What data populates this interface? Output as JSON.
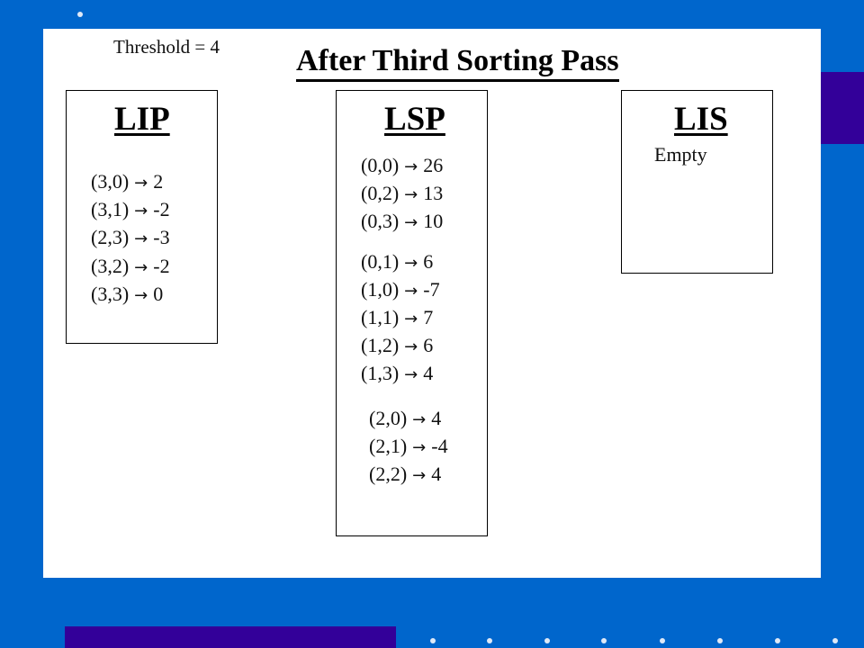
{
  "threshold_label": "Threshold = 4",
  "title": "After Third Sorting Pass",
  "arrow_glyph": "→",
  "lip": {
    "heading": "LIP",
    "rows": [
      {
        "coord": "(3,0)",
        "value": "2"
      },
      {
        "coord": "(3,1)",
        "value": "-2"
      },
      {
        "coord": "(2,3)",
        "value": "-3"
      },
      {
        "coord": "(3,2)",
        "value": "-2"
      },
      {
        "coord": "(3,3)",
        "value": "0"
      }
    ]
  },
  "lsp": {
    "heading": "LSP",
    "rows": [
      {
        "coord": "(0,0)",
        "value": "26"
      },
      {
        "coord": "(0,2)",
        "value": "13"
      },
      {
        "coord": "(0,3)",
        "value": "10"
      },
      {
        "coord": "(0,1)",
        "value": "6"
      },
      {
        "coord": "(1,0)",
        "value": "-7"
      },
      {
        "coord": "(1,1)",
        "value": "7"
      },
      {
        "coord": "(1,2)",
        "value": "6"
      },
      {
        "coord": "(1,3)",
        "value": "4"
      },
      {
        "coord": "(2,0)",
        "value": "4"
      },
      {
        "coord": "(2,1)",
        "value": "-4"
      },
      {
        "coord": "(2,2)",
        "value": "4"
      }
    ]
  },
  "lis": {
    "heading": "LIS",
    "empty_label": "Empty"
  }
}
